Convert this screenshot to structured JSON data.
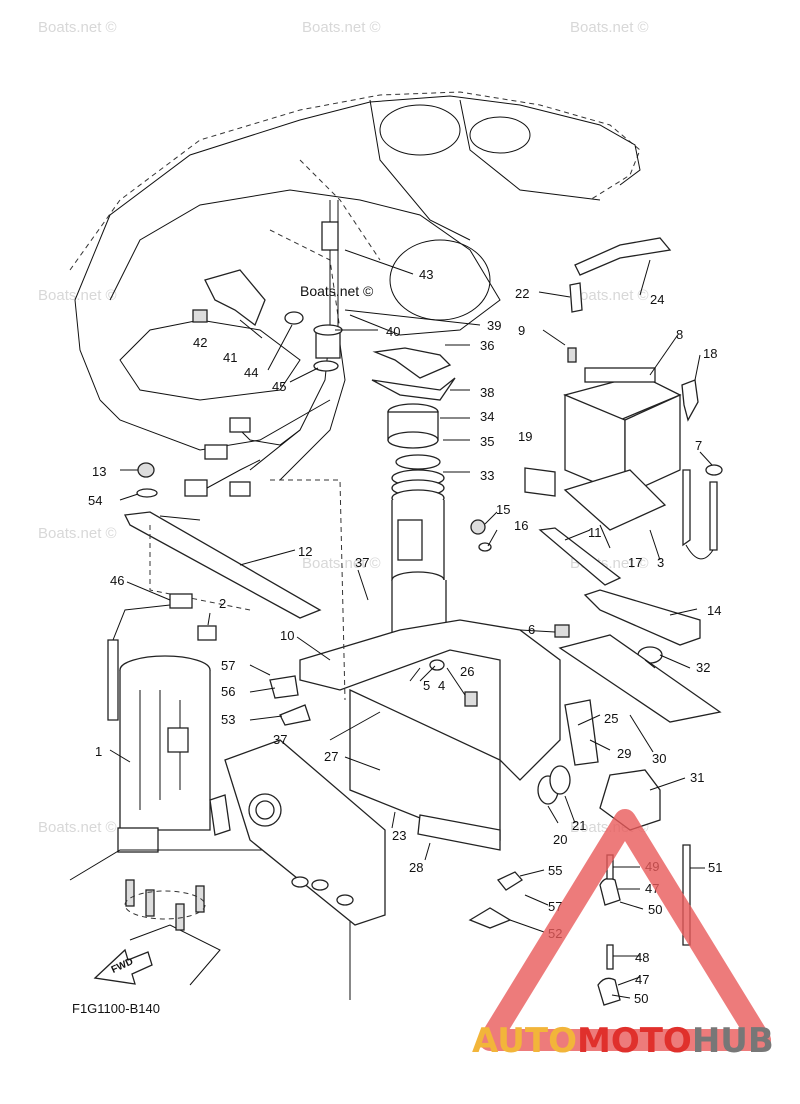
{
  "watermark": "Boats.net ©",
  "diagram_code": "F1G1100-B140",
  "fwd_label": "FWD",
  "brand": {
    "part1": "AUTO",
    "part2": "MOTO",
    "part3": "HUB",
    "color1": "#f2b53a",
    "color2": "#e0302c",
    "color3": "#777777"
  },
  "callouts": [
    "1",
    "2",
    "3",
    "4",
    "5",
    "6",
    "7",
    "8",
    "9",
    "10",
    "11",
    "12",
    "13",
    "14",
    "15",
    "16",
    "17",
    "18",
    "19",
    "20",
    "21",
    "22",
    "23",
    "24",
    "25",
    "26",
    "27",
    "28",
    "29",
    "30",
    "31",
    "32",
    "33",
    "34",
    "35",
    "36",
    "37",
    "37",
    "38",
    "39",
    "40",
    "41",
    "42",
    "43",
    "44",
    "45",
    "46",
    "47",
    "47",
    "48",
    "49",
    "50",
    "50",
    "51",
    "52",
    "53",
    "54",
    "55",
    "56",
    "57",
    "57"
  ]
}
